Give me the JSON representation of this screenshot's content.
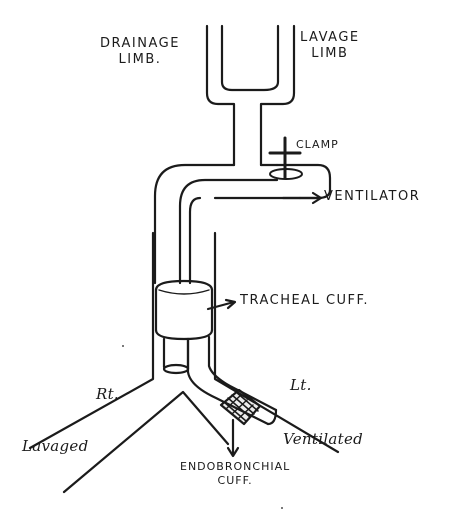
{
  "labels": {
    "drainage_limb_line1": "DRAINAGE",
    "drainage_limb_line2": "LIMB.",
    "lavage_limb_line1": "LAVAGE",
    "lavage_limb_line2": "LIMB",
    "clamp": "CLAMP",
    "ventilator": "VENTILATOR",
    "tracheal_cuff": "TRACHEAL CUFF.",
    "rt": "Rt.",
    "lt": "Lt.",
    "lavaged": "Lavaged",
    "ventilated": "Ventilated",
    "endobronchial_cuff_line1": "ENDOBRONCHIAL",
    "endobronchial_cuff_line2": "CUFF."
  },
  "colors": {
    "ink": "#1b1b1b",
    "paper": "#ffffff"
  }
}
